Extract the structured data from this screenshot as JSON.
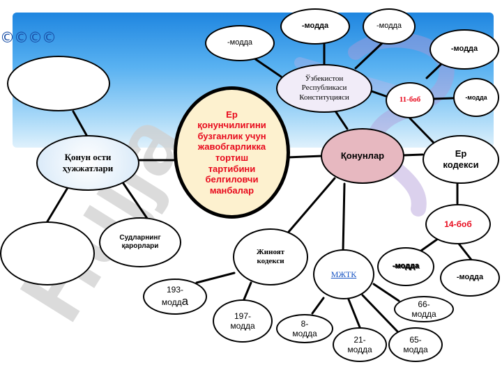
{
  "copyright": "©©©©",
  "nodes": {
    "center": "Ер\nқонунчилигини\nбузганлик учун\nжавобгарликка\nтортиш\nтартибини\nбелгиловчи\nманбалар",
    "sub_laws": "Қонун ости\nҳужжатлари",
    "laws": "Қонунлар",
    "constitution": "Ўзбекистон\nРеспубликаси\nКонституцияси",
    "land_code": "Ер\nкодекси",
    "criminal_code": "Жиноят\nкодекси",
    "court_decisions": "Судларнинг\nқарорлари",
    "admin_code": "МЖТК",
    "const_art_1": "-модда",
    "const_art_2": "-модда",
    "const_art_3": "-модда",
    "const_art_4": "-модда",
    "const_art_5": "-модда",
    "chapter_11": "11-боб",
    "chapter_14": "14-боб",
    "land_art_1": "-модда",
    "land_art_2": "-модда",
    "art_193_num": "193-",
    "art_193_word": "модд",
    "art_193_end": "а",
    "art_197": "197-\nмодда",
    "art_8": "8-\nмодда",
    "art_21": "21-\nмодда",
    "art_65": "65-\nмодда",
    "art_66": "66-\nмодда",
    "empty_top": "",
    "empty_bottom": ""
  },
  "colors": {
    "center_fill": "#fdf1cf",
    "laws_fill": "#e7b8c0",
    "sub_laws_fill": "#ddebf8",
    "constitution_fill": "#f1ecf8",
    "red_text": "#e8091c",
    "link_blue": "#1a56c4"
  }
}
